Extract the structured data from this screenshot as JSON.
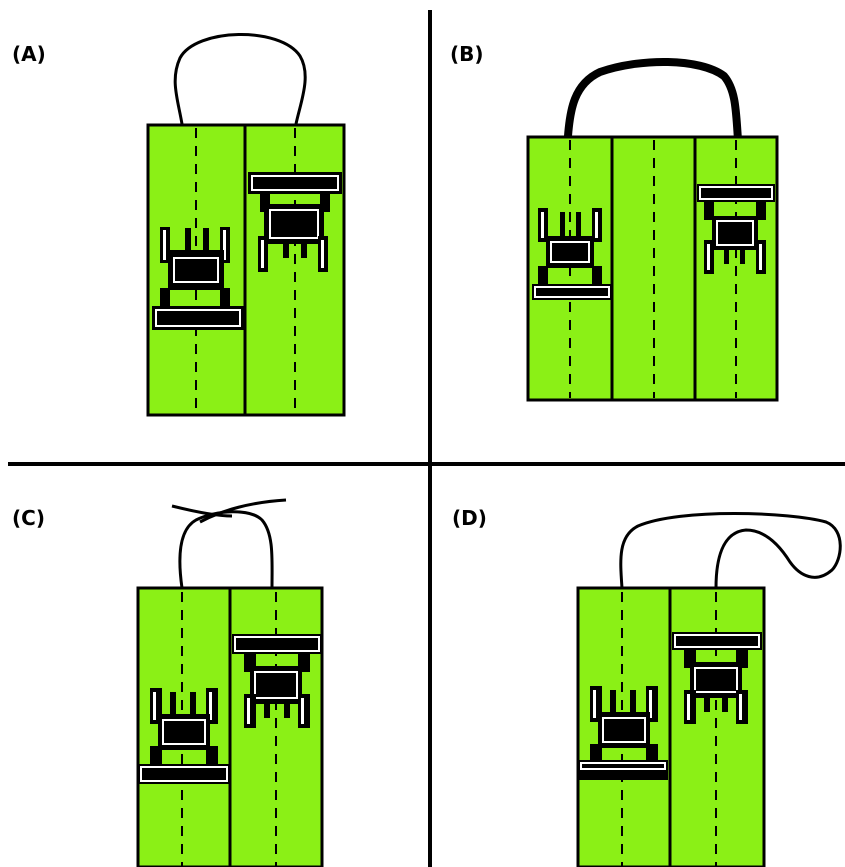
{
  "colors": {
    "field": "#8bf016",
    "line": "#000000",
    "background": "#ffffff"
  },
  "panels": [
    {
      "label": "(A)",
      "lanes": 2
    },
    {
      "label": "(B)",
      "lanes": 3
    },
    {
      "label": "(C)",
      "lanes": 2
    },
    {
      "label": "(D)",
      "lanes": 2
    }
  ]
}
